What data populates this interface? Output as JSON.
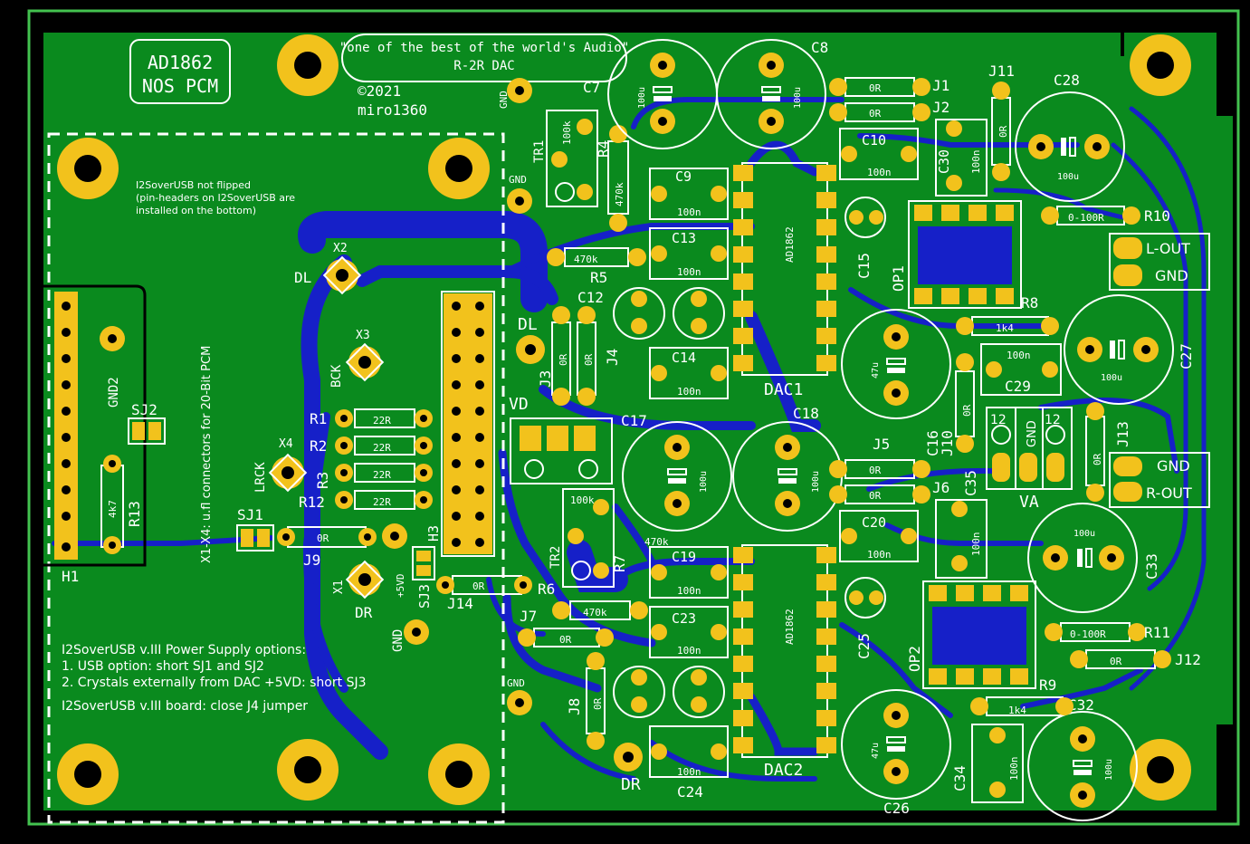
{
  "board": {
    "title_line1": "AD1862",
    "title_line2": "NOS PCM",
    "slogan_line1": "\"one of the best of the world's Audio\"",
    "slogan_line2": "R-2R DAC",
    "copyright": "©2021",
    "author": "miro1360",
    "colors": {
      "substrate": "#0a8a1e",
      "outline": "#43c24f",
      "copper_bottom": "#1620c8",
      "pad": "#f2c21c",
      "silk": "#ffffff"
    }
  },
  "notes": {
    "flip_1": "I2SoverUSB not flipped",
    "flip_2": "(pin-headers on I2SoverUSB are",
    "flip_3": "installed on the bottom)",
    "ufl": "X1-X4: u.fl connectors for 20-Bit PCM",
    "ps_title": "I2SoverUSB v.III Power Supply options:",
    "ps_1": "1. USB option: short SJ1 and SJ2",
    "ps_2": "2. Crystals externally from DAC +5VD: short SJ3",
    "jumper": "I2SoverUSB v.III board: close J4 jumper"
  },
  "labels": {
    "gnd": "GND",
    "dl": "DL",
    "dr": "DR",
    "vd": "VD",
    "va": "VA",
    "l_out": "L-OUT",
    "r_out": "R-OUT",
    "bck": "BCK",
    "lrck": "LRCK",
    "p5vd": "+5VD",
    "twelve": "12",
    "h1": "H1",
    "h3": "H3",
    "gnd2": "GND2"
  },
  "refs": {
    "C7": "C7",
    "C8": "C8",
    "C9": "C9",
    "C10": "C10",
    "C12": "C12",
    "C13": "C13",
    "C14": "C14",
    "C15": "C15",
    "C16": "C16",
    "C17": "C17",
    "C18": "C18",
    "C19": "C19",
    "C20": "C20",
    "C23": "C23",
    "C24": "C24",
    "C25": "C25",
    "C26": "C26",
    "C27": "C27",
    "C28": "C28",
    "C29": "C29",
    "C30": "C30",
    "C32": "C32",
    "C33": "C33",
    "C34": "C34",
    "C35": "C35",
    "R1": "R1",
    "R2": "R2",
    "R3": "R3",
    "R4": "R4",
    "R5": "R5",
    "R6": "R6",
    "R7": "R7",
    "R8": "R8",
    "R9": "R9",
    "R10": "R10",
    "R11": "R11",
    "R12": "R12",
    "R13": "R13",
    "J1": "J1",
    "J2": "J2",
    "J3": "J3",
    "J4": "J4",
    "J5": "J5",
    "J6": "J6",
    "J7": "J7",
    "J8": "J8",
    "J9": "J9",
    "J10": "J10",
    "J11": "J11",
    "J12": "J12",
    "J13": "J13",
    "J14": "J14",
    "TR1": "TR1",
    "TR2": "TR2",
    "DAC1": "DAC1",
    "DAC2": "DAC2",
    "OP1": "OP1",
    "OP2": "OP2",
    "SJ1": "SJ1",
    "SJ2": "SJ2",
    "SJ3": "SJ3",
    "X1": "X1",
    "X2": "X2",
    "X3": "X3",
    "X4": "X4"
  },
  "values": {
    "100u": "100u",
    "47u": "47u",
    "100n": "100n",
    "0R": "0R",
    "22R": "22R",
    "470k": "470k",
    "100k": "100k",
    "1k4": "1k4",
    "4k7": "4k7",
    "0_100R": "0-100R",
    "AD1862": "AD1862"
  }
}
